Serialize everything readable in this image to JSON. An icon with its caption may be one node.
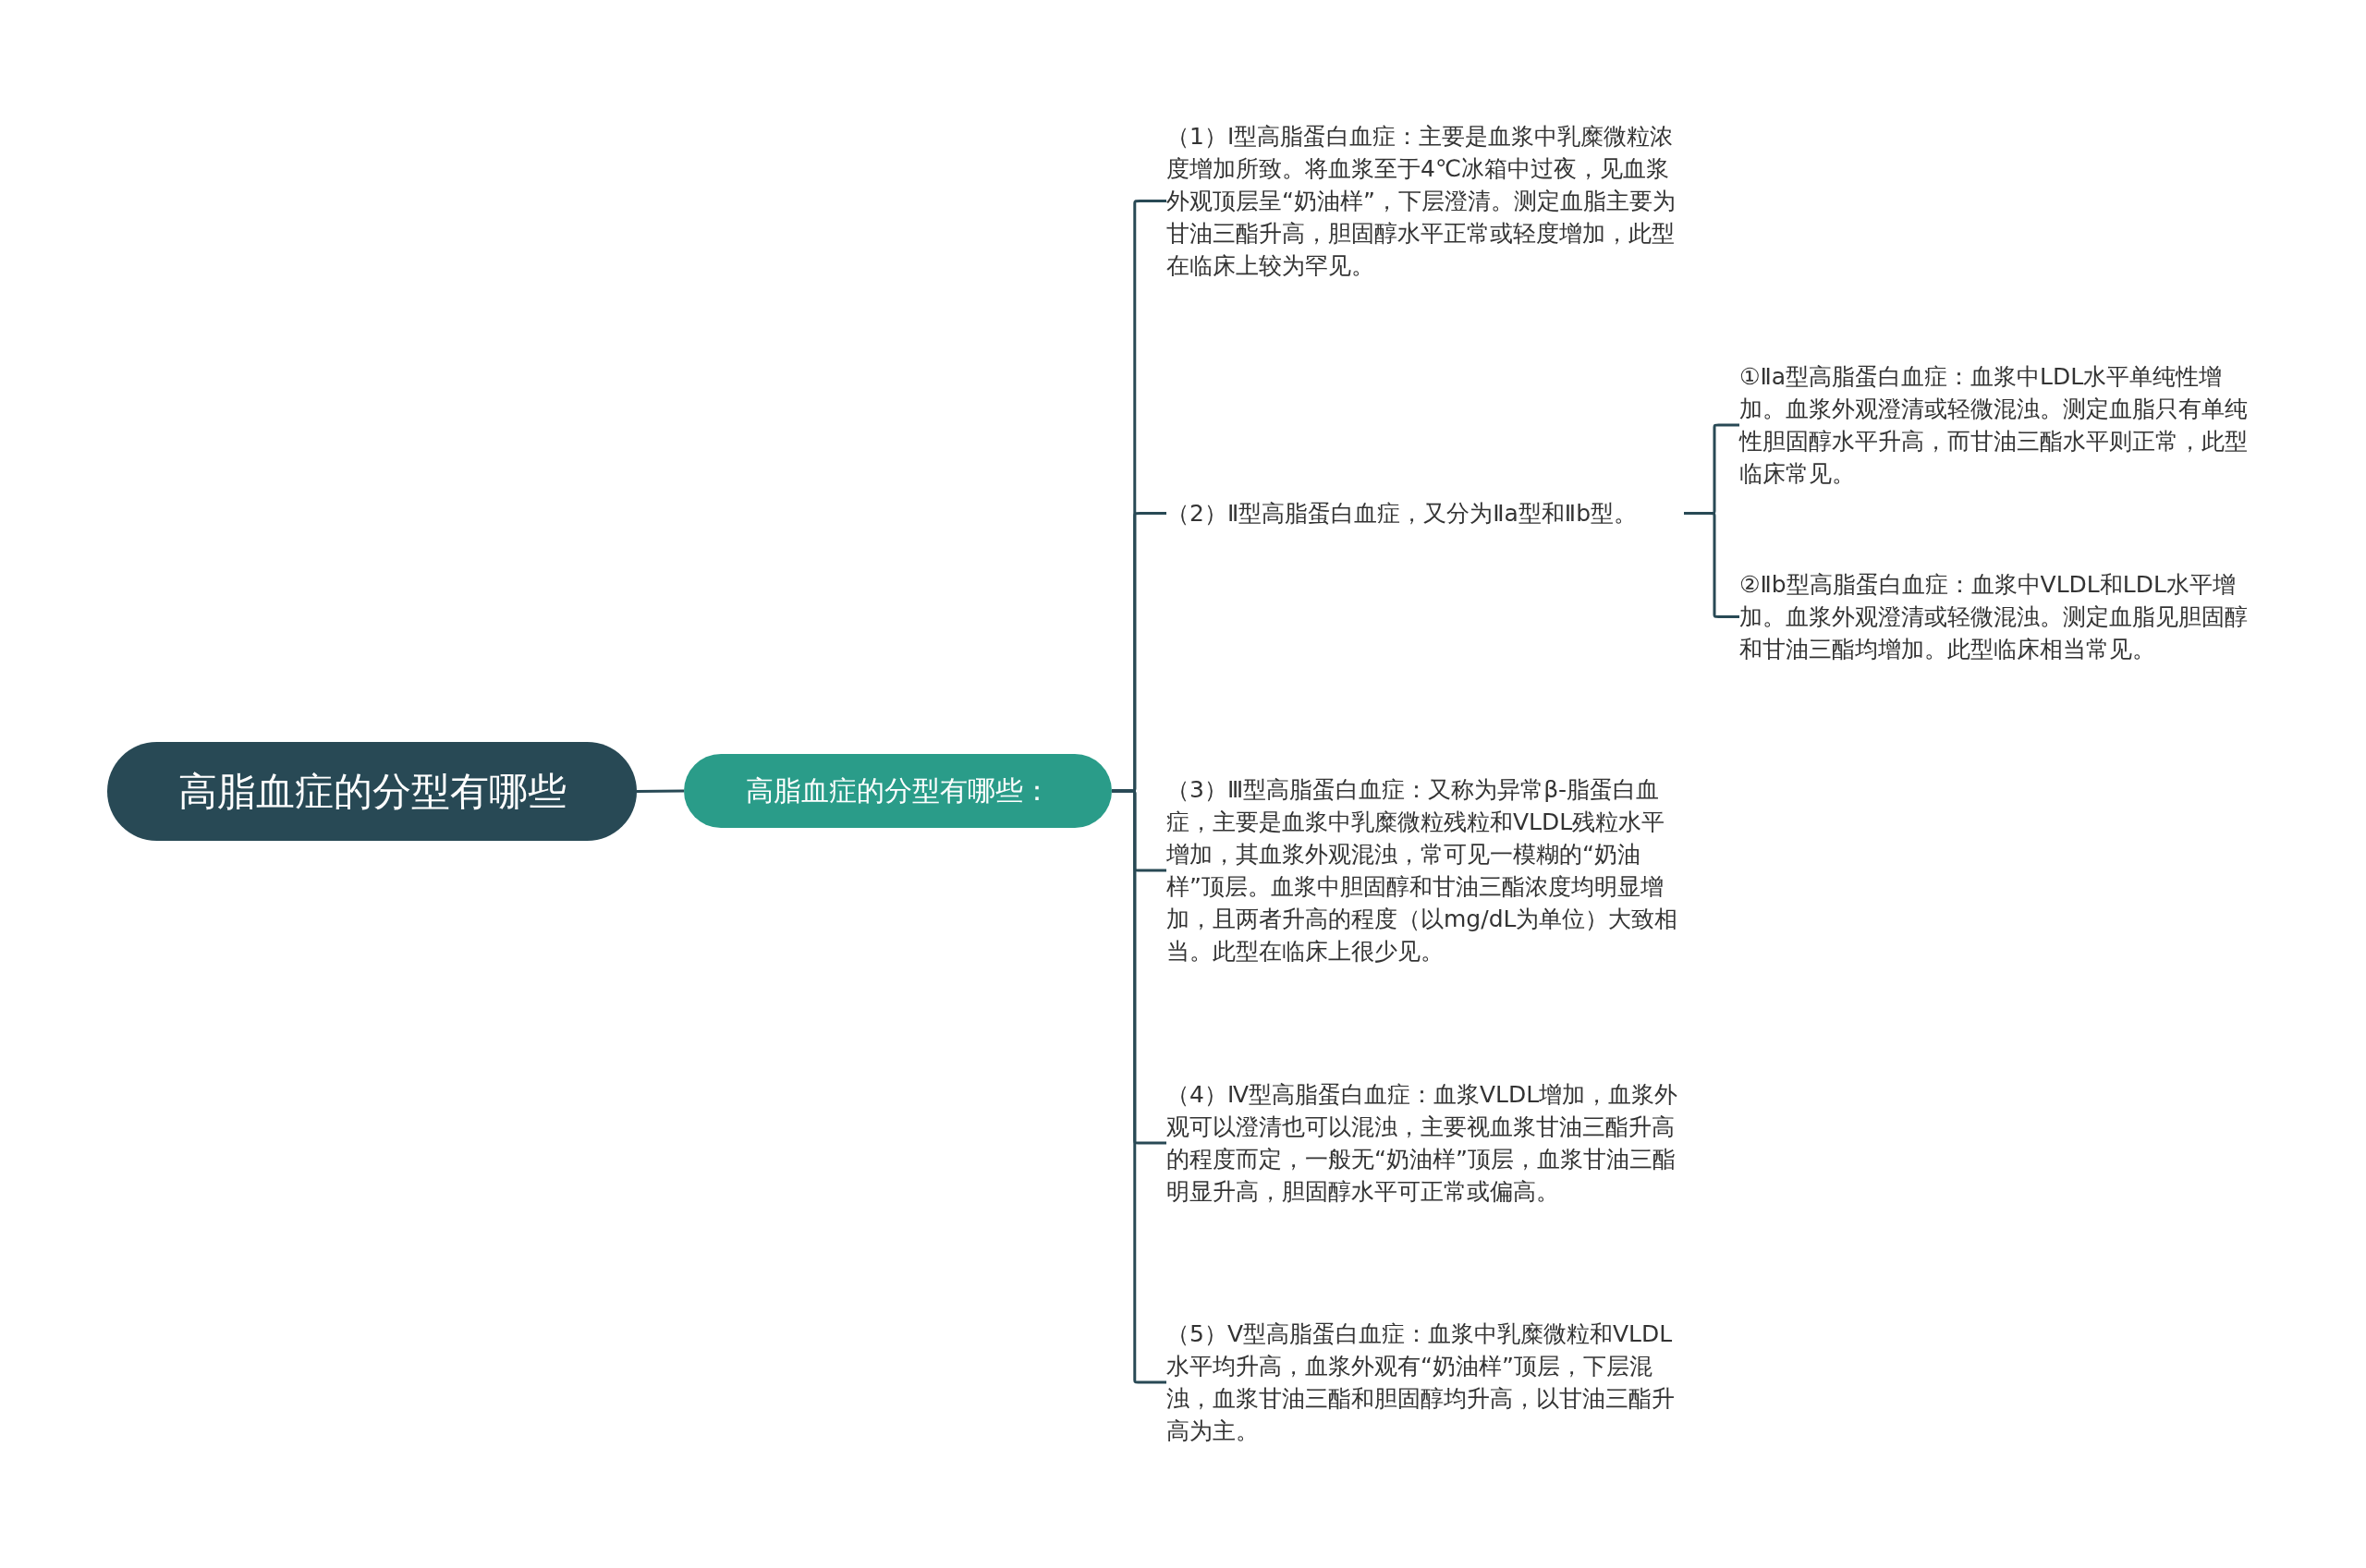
{
  "diagram": {
    "nodes": [
      {
        "text": [
          "高脂血症的分型有哪些"
        ]
      },
      {
        "text": [
          "高脂血症的分型有哪些："
        ]
      },
      {
        "text": [
          "（1）Ⅰ型高脂蛋白血症：主要是血浆中乳糜微粒浓度增加所致。将血浆至于4℃冰箱中过夜，见血浆外观顶层呈“奶油样”，下层澄清。测定血脂主要为甘油三酯升高，胆固醇水平正常或轻度增加，此型在临床上较为罕见。"
        ]
      },
      {
        "text": [
          "（2）Ⅱ型高脂蛋白血症，又分为Ⅱa型和Ⅱb型。"
        ]
      },
      {
        "text": [
          "（3）Ⅲ型高脂蛋白血症：又称为异常β-脂蛋白血症，主要是血浆中乳糜微粒残粒和VLDL残粒水平增加，其血浆外观混浊，常可见一模糊的“奶油样”顶层。血浆中胆固醇和甘油三酯浓度均明显增加，且两者升高的程度（以mg/dL为单位）大致相当。此型在临床上很少见。"
        ]
      },
      {
        "text": [
          "（4）Ⅳ型高脂蛋白血症：血浆VLDL增加，血浆外观可以澄清也可以混浊，主要视血浆甘油三酯升高的程度而定，一般无“奶油样”顶层，血浆甘油三酯明显升高，胆固醇水平可正常或偏高。"
        ]
      },
      {
        "text": [
          "（5）Ⅴ型高脂蛋白血症：血浆中乳糜微粒和VLDL水平均升高，血浆外观有“奶油样”顶层，下层混浊，血浆甘油三酯和胆固醇均升高，以甘油三酯升高为主。"
        ]
      },
      {
        "text": [
          "①Ⅱa型高脂蛋白血症：血浆中LDL水平单纯性增加。血浆外观澄清或轻微混浊。测定血脂只有单纯性胆固醇水平升高，而甘油三酯水平则正常，此型临床常见。"
        ]
      },
      {
        "text": [
          "②Ⅱb型高脂蛋白血症：血浆中VLDL和LDL水平增加。血浆外观澄清或轻微混浊。测定血脂见胆固醇和甘油三酯均增加。此型临床相当常见。"
        ]
      }
    ],
    "edges": [
      {
        "from": 0,
        "to": 1,
        "arrow": "none"
      },
      {
        "from": 1,
        "to": 2,
        "arrow": "none"
      },
      {
        "from": 1,
        "to": 3,
        "arrow": "none"
      },
      {
        "from": 1,
        "to": 4,
        "arrow": "none"
      },
      {
        "from": 1,
        "to": 5,
        "arrow": "none"
      },
      {
        "from": 1,
        "to": 6,
        "arrow": "none"
      },
      {
        "from": 3,
        "to": 7,
        "arrow": "none"
      },
      {
        "from": 3,
        "to": 8,
        "arrow": "none"
      }
    ]
  }
}
